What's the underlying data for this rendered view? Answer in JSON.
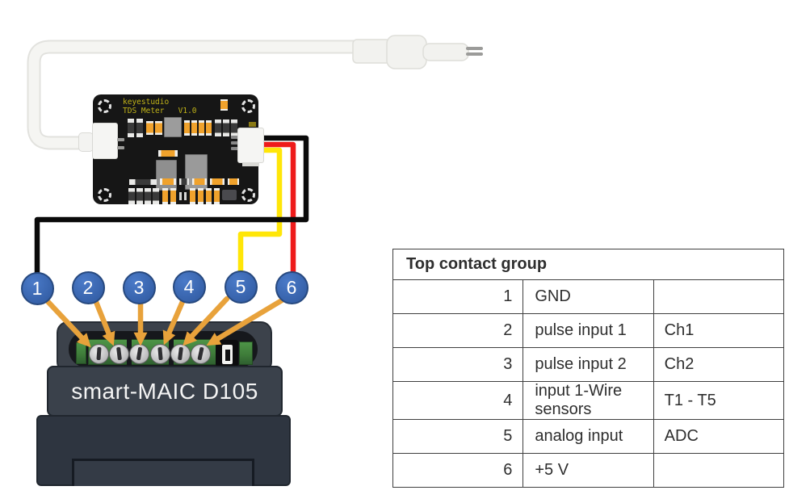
{
  "pcb": {
    "brand_line1": "keyestudio",
    "brand_line2": "TDS Meter   V1.0"
  },
  "device": {
    "label": "smart-MAIC D105"
  },
  "pins": [
    "1",
    "2",
    "3",
    "4",
    "5",
    "6"
  ],
  "wires": {
    "black": "#0a0a0a",
    "red": "#ee1b1b",
    "yellow": "#ffe608",
    "arrow": "#e8a23b",
    "cable_outline": "#e2e2de",
    "cable_fill": "#f5f5f2"
  },
  "table": {
    "title": "Top contact group",
    "rows": [
      {
        "num": "1",
        "desc": "GND",
        "tag": ""
      },
      {
        "num": "2",
        "desc": "pulse input 1",
        "tag": "Ch1"
      },
      {
        "num": "3",
        "desc": "pulse input 2",
        "tag": "Ch2"
      },
      {
        "num": "4",
        "desc": "input 1-Wire sensors",
        "tag": "T1 - T5"
      },
      {
        "num": "5",
        "desc": "analog input",
        "tag": "ADC"
      },
      {
        "num": "6",
        "desc": "+5 V",
        "tag": ""
      }
    ]
  }
}
